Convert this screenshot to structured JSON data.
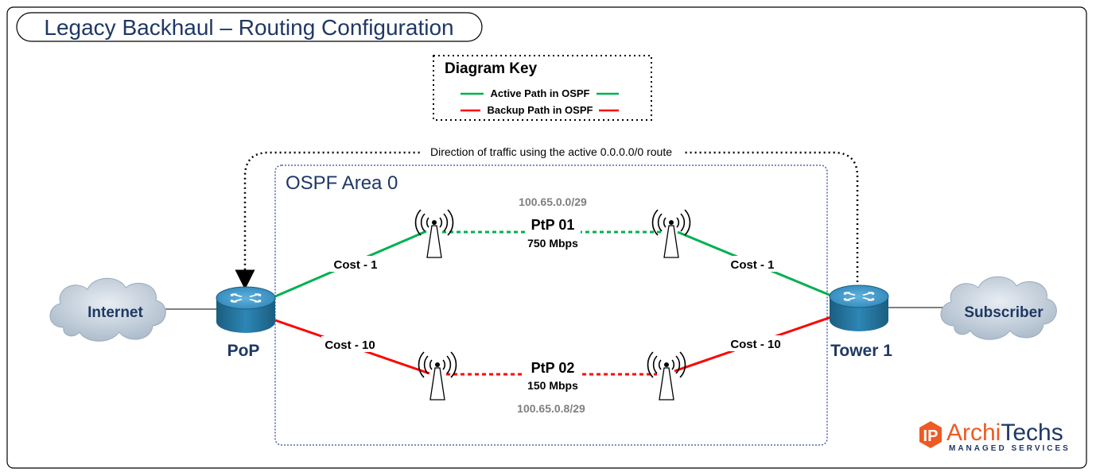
{
  "title": "Legacy Backhaul – Routing Configuration",
  "key": {
    "title": "Diagram Key",
    "active": "Active Path in OSPF",
    "backup": "Backup Path in OSPF"
  },
  "traffic_note": "Direction of traffic using the active 0.0.0.0/0 route",
  "area": {
    "label": "OSPF Area 0"
  },
  "nodes": {
    "internet": "Internet",
    "pop": "PoP",
    "tower": "Tower 1",
    "subscriber": "Subscriber"
  },
  "links": {
    "ptp01": {
      "name": "PtP 01",
      "speed": "750 Mbps",
      "subnet": "100.65.0.0/29"
    },
    "ptp02": {
      "name": "PtP 02",
      "speed": "150 Mbps",
      "subnet": "100.65.0.8/29"
    },
    "cost_active": "Cost - 1",
    "cost_backup": "Cost - 10"
  },
  "logo": {
    "badge": "IP",
    "main_a": "Archi",
    "main_b": "Techs",
    "sub": "MANAGED SERVICES"
  },
  "colors": {
    "active": "#00b050",
    "backup": "#ff0000",
    "title": "#1f3864",
    "area_border": "#2f4aa8",
    "logo_orange": "#ee5a24"
  }
}
